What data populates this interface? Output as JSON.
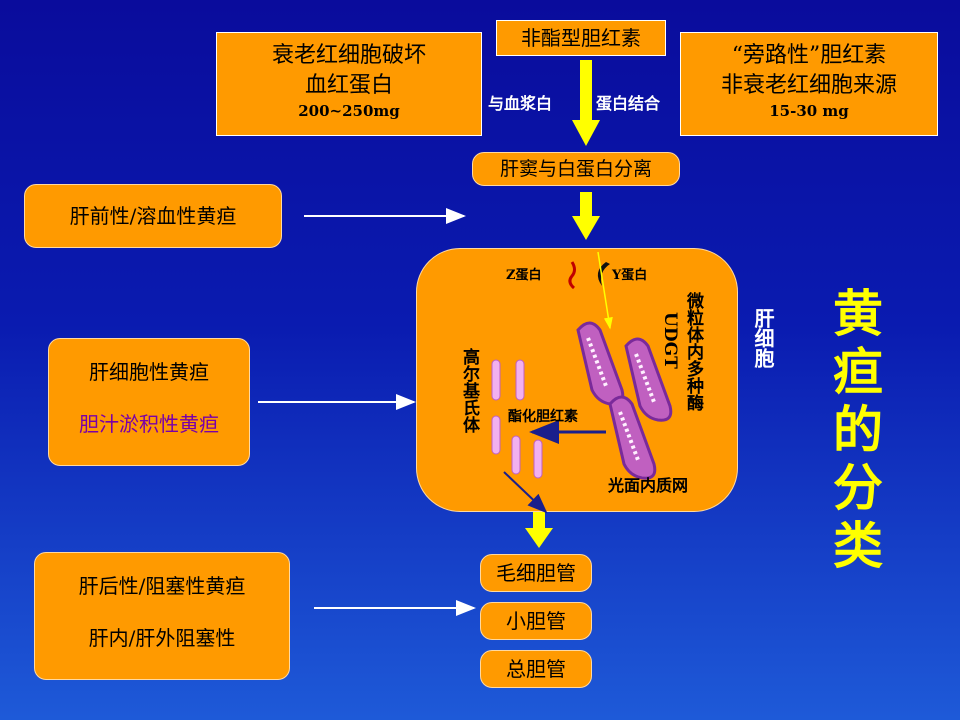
{
  "top": {
    "nonconj": "非酯型胆红素",
    "left_box": {
      "line1": "衰老红细胞破坏",
      "line2": "血红蛋白",
      "line3": "200~250mg"
    },
    "right_box": {
      "line1": "“旁路性”胆红素",
      "line2": "非衰老红细胞来源",
      "line3": "15-30 mg"
    },
    "bind_left": "与血浆白",
    "bind_right": "蛋白结合",
    "liver_sinus": "肝窦与白蛋白分离"
  },
  "left": {
    "prehepatic": "肝前性/溶血性黄疸",
    "hepatocellular": "肝细胞性黄疸",
    "cholestatic": "胆汁淤积性黄疸",
    "posthepatic": "肝后性/阻塞性黄疸",
    "obstruction": "肝内/肝外阻塞性"
  },
  "cell": {
    "z_protein": "Z蛋白",
    "y_protein": "Y蛋白",
    "golgi": "高尔基氏体",
    "conj": "酯化胆红素",
    "microsome": "微粒体内多种酶",
    "udgt": "UDGT",
    "ser": "光面内质网",
    "hepatocyte": "肝细胞"
  },
  "ducts": {
    "capillary": "毛细胆管",
    "small": "小胆管",
    "common": "总胆管"
  },
  "title": "黄疸的分类",
  "colors": {
    "box": "#ff9a00",
    "title": "#ffff00",
    "arrow": "#ffff00",
    "cholestatic_text": "#7a00a8"
  }
}
